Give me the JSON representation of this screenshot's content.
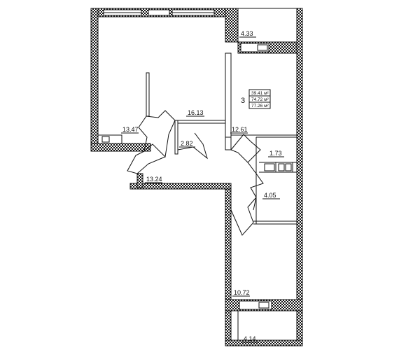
{
  "plan": {
    "rooms_count": "3",
    "areas_info": [
      "39.41 м²",
      "74.72 м²",
      "77.26 м²"
    ],
    "rooms": [
      {
        "id": "living-room",
        "area": "16.13"
      },
      {
        "id": "bedroom-top",
        "area": "13.47"
      },
      {
        "id": "bedroom-east",
        "area": "12.61"
      },
      {
        "id": "hallway",
        "area": "13.24"
      },
      {
        "id": "bedroom-south",
        "area": "10.72"
      },
      {
        "id": "bathroom",
        "area": "4.05"
      },
      {
        "id": "wc",
        "area": "2.82"
      },
      {
        "id": "storage",
        "area": "1.73"
      },
      {
        "id": "balcony-top",
        "area": "4.33"
      },
      {
        "id": "balcony-bottom",
        "area": "4.14"
      }
    ]
  }
}
